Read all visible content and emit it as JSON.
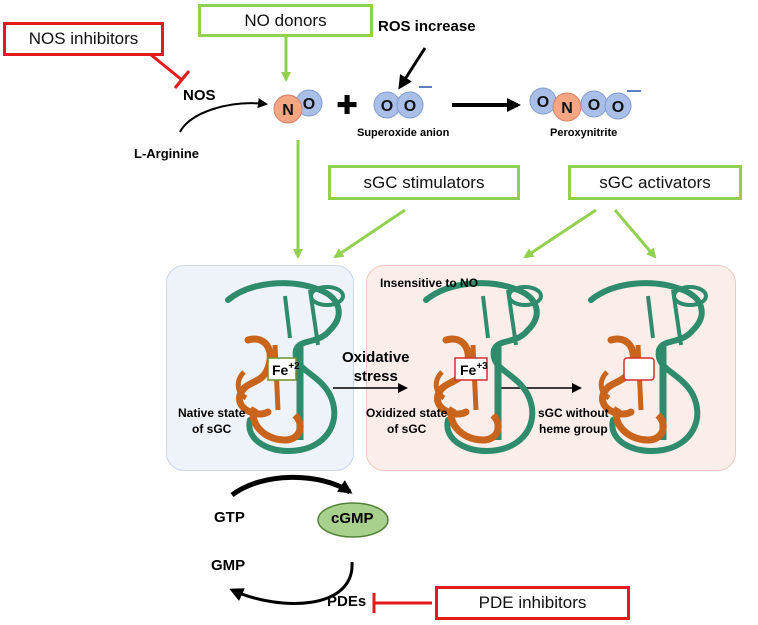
{
  "boxes": {
    "nos_inhibitors": "NOS inhibitors",
    "no_donors": "NO donors",
    "sgc_stimulators": "sGC stimulators",
    "sgc_activators": "sGC activators",
    "pde_inhibitors": "PDE inhibitors"
  },
  "labels": {
    "ros_increase": "ROS increase",
    "nos": "NOS",
    "l_arginine": "L-Arginine",
    "superoxide_anion": "Superoxide anion",
    "peroxynitrite": "Peroxynitrite",
    "insensitive_to_no": "Insensitive to NO",
    "oxidative_stress_1": "Oxidative",
    "oxidative_stress_2": "stress",
    "native_state_1": "Native state",
    "native_state_2": "of sGC",
    "oxidized_state_1": "Oxidized state",
    "oxidized_state_2": "of sGC",
    "without_heme_1": "sGC without",
    "without_heme_2": "heme group",
    "gtp": "GTP",
    "cgmp": "cGMP",
    "gmp": "GMP",
    "pdes": "PDEs"
  },
  "molecules": {
    "atom_n": "N",
    "atom_o": "O",
    "charge": "—",
    "plus": "✚"
  },
  "iron": {
    "fe2_base": "Fe",
    "fe2_sup": "+2",
    "fe3_base": "Fe",
    "fe3_sup": "+3"
  },
  "colors": {
    "green_box": "#92d050",
    "red_box": "#e31b1b",
    "nitrogen": "#f4a582",
    "oxygen": "#a9bfe8",
    "panel_native": "#eef3f9",
    "panel_oxidized": "#fbeeea",
    "cgmp_fill": "#a9d18e",
    "protein_green": "#2e8b6b",
    "protein_orange": "#c8641c"
  }
}
